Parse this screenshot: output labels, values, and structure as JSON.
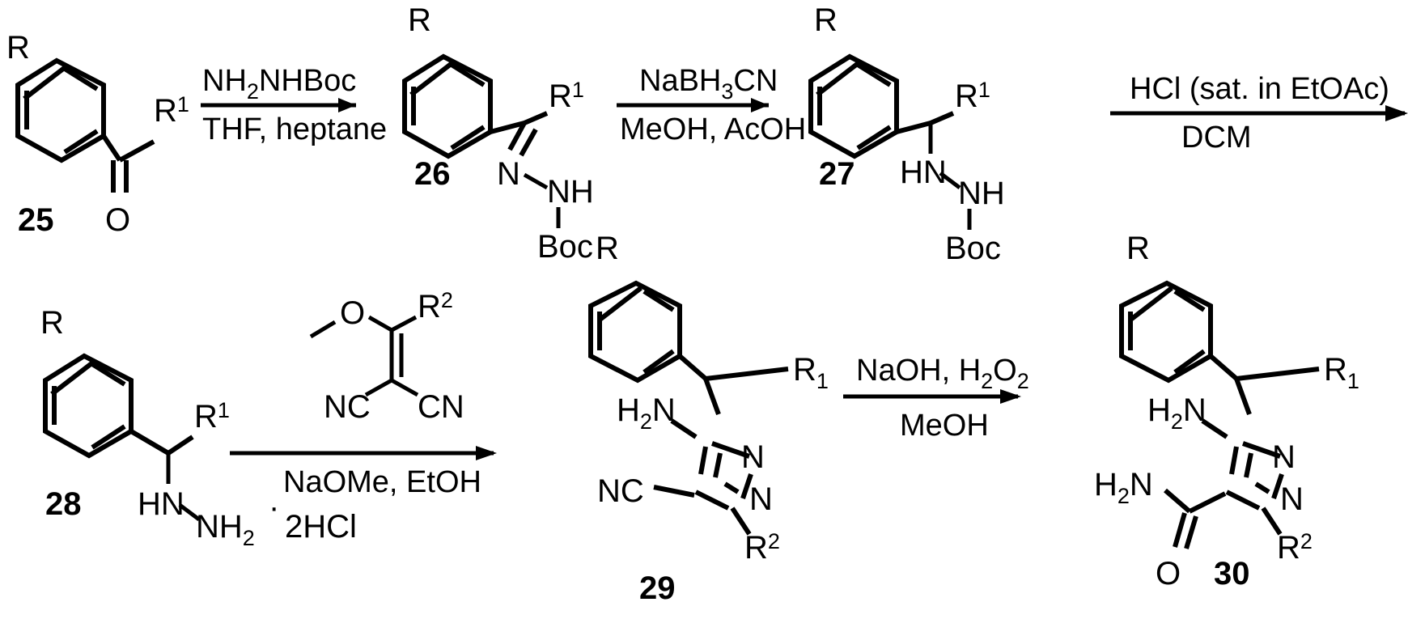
{
  "scheme": {
    "title": "Synthetic route to 5-amino-1-(1-arylalkyl)-pyrazole-4-carboxamides",
    "type": "chemical-reaction-scheme",
    "rows": 2,
    "compound_numbers": [
      "25",
      "26",
      "27",
      "28",
      "29",
      "30"
    ],
    "substituent_labels": {
      "R": "R",
      "R1_sup": "R",
      "R1_sup_index": "1",
      "R1_sub": "R",
      "R1_sub_index": "1",
      "R2_sup": "R",
      "R2_sup_index": "2"
    }
  },
  "compounds": [
    {
      "id": "25",
      "number": "25",
      "name": "aryl ketone",
      "labels": {
        "ring_substituent": "R",
        "side_chain": "R",
        "side_chain_index": "1",
        "carbonyl_oxygen": "O"
      }
    },
    {
      "id": "26",
      "number": "26",
      "name": "Boc-hydrazone",
      "labels": {
        "ring_substituent": "R",
        "side_chain": "R",
        "side_chain_index": "1",
        "imine_nitrogen": "N",
        "amine": "NH",
        "protecting_group": "Boc"
      }
    },
    {
      "id": "27",
      "number": "27",
      "name": "Boc-hydrazine",
      "labels": {
        "ring_substituent": "R",
        "side_chain": "R",
        "side_chain_index": "1",
        "amine_left": "HN",
        "amine_right": "NH",
        "protecting_group": "Boc"
      }
    },
    {
      "id": "28",
      "number": "28",
      "name": "hydrazine dihydrochloride",
      "labels": {
        "ring_substituent": "R",
        "side_chain": "R",
        "side_chain_index": "1",
        "amine_left": "HN",
        "amine_right": "NH",
        "amine_right_index": "2",
        "salt_dot": "·",
        "salt": "2HCl"
      }
    },
    {
      "id": "29",
      "number": "29",
      "name": "5-amino-pyrazole-4-carbonitrile",
      "labels": {
        "ring_substituent": "R",
        "side_chain": "R",
        "side_chain_index": "1",
        "amino": "H",
        "amino_index": "2",
        "amino_tail": "N",
        "ring_n1": "N",
        "ring_n2": "N",
        "nitrile": "NC",
        "c3_substituent": "R",
        "c3_substituent_index": "2"
      }
    },
    {
      "id": "30",
      "number": "30",
      "name": "5-amino-pyrazole-4-carboxamide",
      "labels": {
        "ring_substituent": "R",
        "side_chain": "R",
        "side_chain_index": "1",
        "amino": "H",
        "amino_index": "2",
        "amino_tail": "N",
        "amide_amino": "H",
        "amide_amino_index": "2",
        "amide_amino_tail": "N",
        "amide_oxygen": "O",
        "ring_n1": "N",
        "ring_n2": "N",
        "c3_substituent": "R",
        "c3_substituent_index": "2"
      }
    }
  ],
  "reactions": [
    {
      "id": "step-1",
      "from": "25",
      "to": "26",
      "reagents_parts": [
        {
          "text": "NH",
          "style": "base"
        },
        {
          "text": "2",
          "style": "sub"
        },
        {
          "text": "NHBoc",
          "style": "base"
        }
      ],
      "reagents_plain": "NH2NHBoc",
      "conditions": "THF, heptane"
    },
    {
      "id": "step-2",
      "from": "26",
      "to": "27",
      "reagents_parts": [
        {
          "text": "NaBH",
          "style": "base"
        },
        {
          "text": "3",
          "style": "sub"
        },
        {
          "text": "CN",
          "style": "base"
        }
      ],
      "reagents_plain": "NaBH3CN",
      "conditions": "MeOH, AcOH"
    },
    {
      "id": "step-3",
      "from": "27",
      "to": "28",
      "reagents_parts": [
        {
          "text": "HCl (sat. in EtOAc)",
          "style": "base"
        }
      ],
      "reagents_plain": "HCl (sat. in EtOAc)",
      "conditions": "DCM"
    },
    {
      "id": "step-4",
      "from": "28",
      "to": "29",
      "reagents_structure": {
        "name": "2-(methoxy(R2)methylene)malononitrile",
        "methoxy": "O",
        "r2": "R",
        "r2_index": "2",
        "nitrile_left": "NC",
        "nitrile_right": "CN"
      },
      "reagents_plain": "",
      "conditions": "NaOMe, EtOH"
    },
    {
      "id": "step-5",
      "from": "29",
      "to": "30",
      "reagents_parts": [
        {
          "text": "NaOH, H",
          "style": "base"
        },
        {
          "text": "2",
          "style": "sub"
        },
        {
          "text": "O",
          "style": "base"
        },
        {
          "text": "2",
          "style": "sub"
        }
      ],
      "reagents_plain": "NaOH, H2O2",
      "conditions": "MeOH"
    }
  ],
  "colors": {
    "ink": "#000000",
    "background": "#ffffff"
  }
}
